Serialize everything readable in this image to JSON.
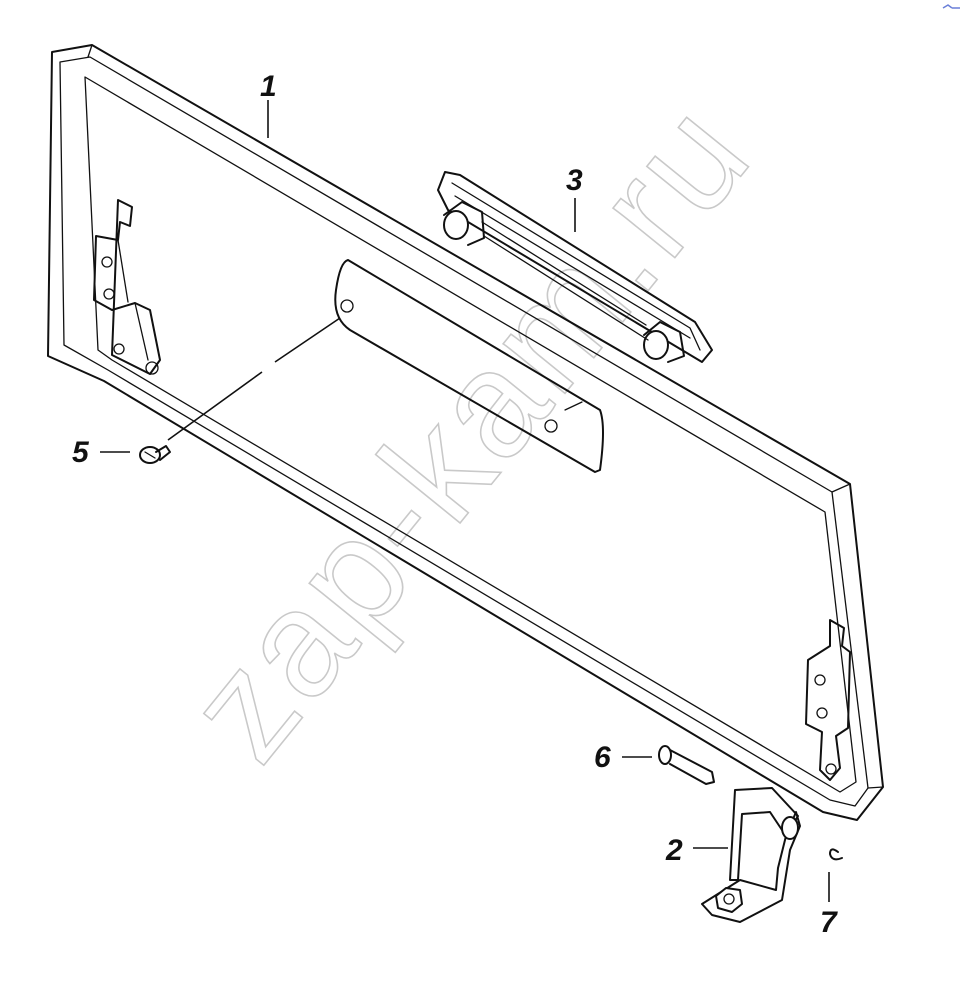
{
  "watermark": "zap-kam.ru",
  "callouts": [
    {
      "id": "1",
      "label": "1"
    },
    {
      "id": "2",
      "label": "2"
    },
    {
      "id": "3",
      "label": "3"
    },
    {
      "id": "5",
      "label": "5"
    },
    {
      "id": "6",
      "label": "6"
    },
    {
      "id": "7",
      "label": "7"
    }
  ]
}
